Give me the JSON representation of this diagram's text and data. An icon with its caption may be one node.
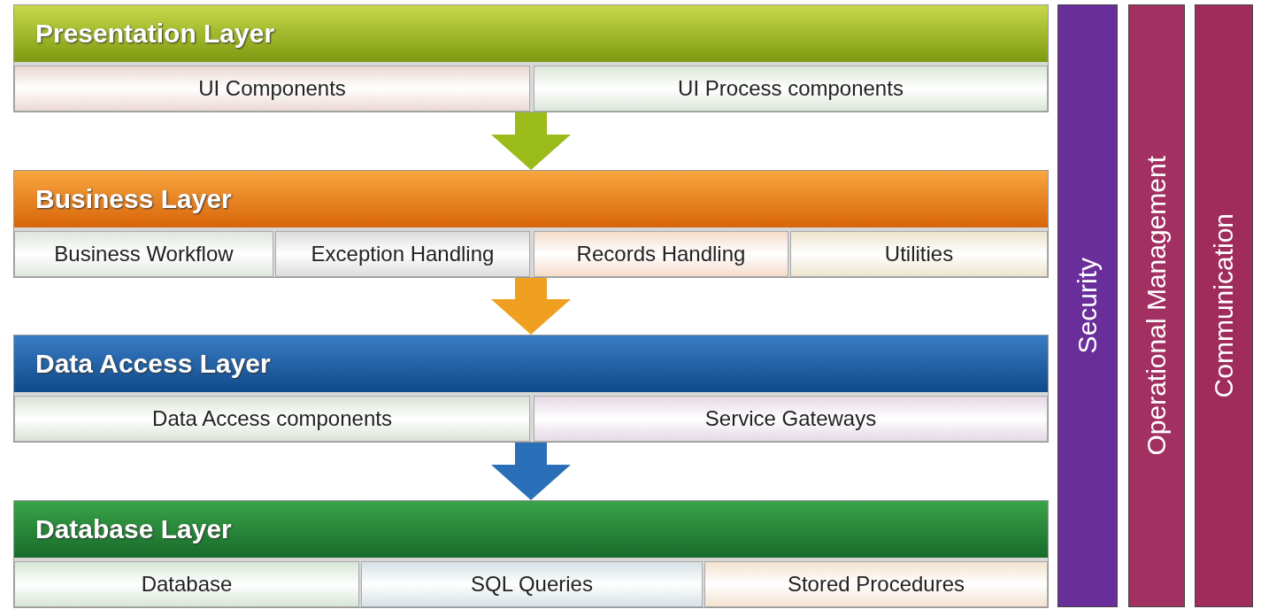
{
  "diagram": {
    "nodes": [
      {
        "text": [
          "Presentation Layer"
        ]
      },
      {
        "text": [
          "UI Components"
        ],
        "in": 0
      },
      {
        "text": [
          "UI Process components"
        ],
        "in": 0
      },
      {
        "text": [
          "Business Layer"
        ]
      },
      {
        "text": [
          "Business Workflow"
        ],
        "in": 3
      },
      {
        "text": [
          "Exception Handling"
        ],
        "in": 3
      },
      {
        "text": [
          "Records Handling"
        ],
        "in": 3
      },
      {
        "text": [
          "Utilities"
        ],
        "in": 3
      },
      {
        "text": [
          "Data Access  Layer"
        ]
      },
      {
        "text": [
          "Data Access components"
        ],
        "in": 8
      },
      {
        "text": [
          "Service Gateways"
        ],
        "in": 8
      },
      {
        "text": [
          "Database Layer"
        ]
      },
      {
        "text": [
          "Database"
        ],
        "in": 11
      },
      {
        "text": [
          "SQL Queries"
        ],
        "in": 11
      },
      {
        "text": [
          "Stored Procedures"
        ],
        "in": 11
      },
      {
        "text": [
          "Security"
        ]
      },
      {
        "text": [
          "Operational Management"
        ]
      },
      {
        "text": [
          "Communication"
        ]
      }
    ],
    "edges": [
      {
        "from": 0,
        "to": 3,
        "arrow": "to",
        "color": "#9bbb1a"
      },
      {
        "from": 3,
        "to": 8,
        "arrow": "to",
        "color": "#f0a020"
      },
      {
        "from": 8,
        "to": 11,
        "arrow": "to",
        "color": "#2a70b8"
      }
    ]
  }
}
